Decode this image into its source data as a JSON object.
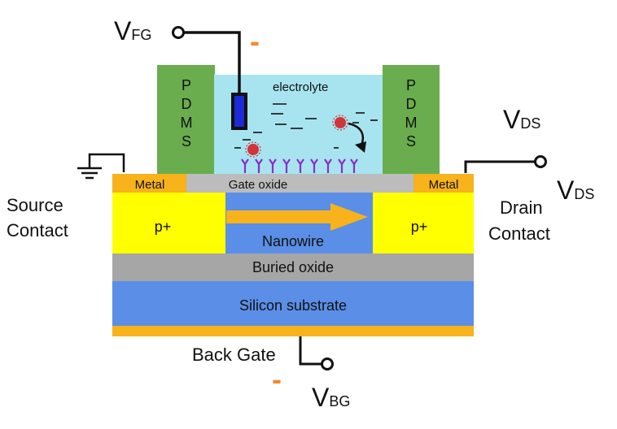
{
  "labels": {
    "v_fg_main": "V",
    "v_fg_sub": "FG",
    "v_ds_top_main": "V",
    "v_ds_top_sub": "DS",
    "v_ds_right_main": "V",
    "v_ds_right_sub": "DS",
    "v_bg_main": "V",
    "v_bg_sub": "BG",
    "pdms_left": [
      "P",
      "D",
      "M",
      "S"
    ],
    "pdms_right": [
      "P",
      "D",
      "M",
      "S"
    ],
    "electrolyte": "electrolyte",
    "metal_left": "Metal",
    "metal_right": "Metal",
    "gate_oxide": "Gate oxide",
    "p_plus_left": "p+",
    "p_plus_right": "p+",
    "nanowire": "Nanowire",
    "buried_oxide": "Buried oxide",
    "silicon_substrate": "Silicon substrate",
    "back_gate": "Back Gate",
    "source_contact_line1": "Source",
    "source_contact_line2": "Contact",
    "drain_contact_line1": "Drain",
    "drain_contact_line2": "Contact",
    "minus_fg": "-",
    "minus_bg": "-"
  },
  "colors": {
    "pdms": "#6aad4e",
    "electrolyte": "#a8e4ef",
    "metal": "#f7b21c",
    "gate_oxide": "#bcbcbc",
    "p_plus": "#ffff00",
    "nanowire": "#5b8ee6",
    "buried_oxide": "#a6a6a6",
    "substrate": "#5b8ee6",
    "back_gate": "#f7b21c",
    "arrow": "#f7b21c",
    "receptor": "#8a2ccc",
    "minus": "#f28a2e",
    "electrode": "#1b2bd8"
  }
}
